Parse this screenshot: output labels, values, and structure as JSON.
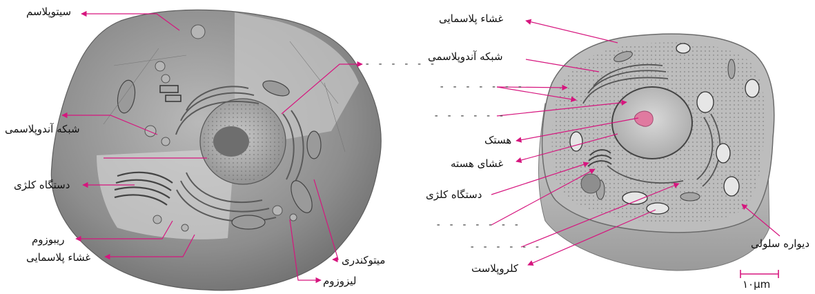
{
  "colors": {
    "arrow": "#d6157e",
    "cell_gray": "#8a8a8a",
    "nucleus_pink": "#e07aa0"
  },
  "animal_cell": {
    "labels": {
      "cytoplasm": "سیتوپلاسم",
      "er": "شبکه آندوپلاسمی",
      "golgi": "دستگاه کلژی",
      "ribosome": "ریبوزوم",
      "membrane": "غشاء پلاسمایی",
      "mitochondria": "میتوکندری",
      "lysosome": "لیزوزوم",
      "blank_nucleus": "- - - - - -"
    }
  },
  "plant_cell": {
    "labels": {
      "membrane": "غشاء پلاسمایی",
      "er": "شبکه آندوپلاسمی",
      "blank1": "- - - - - - -",
      "blank2": "- - - - - -",
      "nucleolus": "هستک",
      "nuclear_membrane": "غشای هسته",
      "golgi": "دستگاه کلژی",
      "blank3": "- - - - - - -",
      "blank4": "- - - - - -",
      "chloroplast": "کلروپلاست",
      "cell_wall": "دیواره سلولی",
      "scale": "۱۰μm"
    }
  }
}
